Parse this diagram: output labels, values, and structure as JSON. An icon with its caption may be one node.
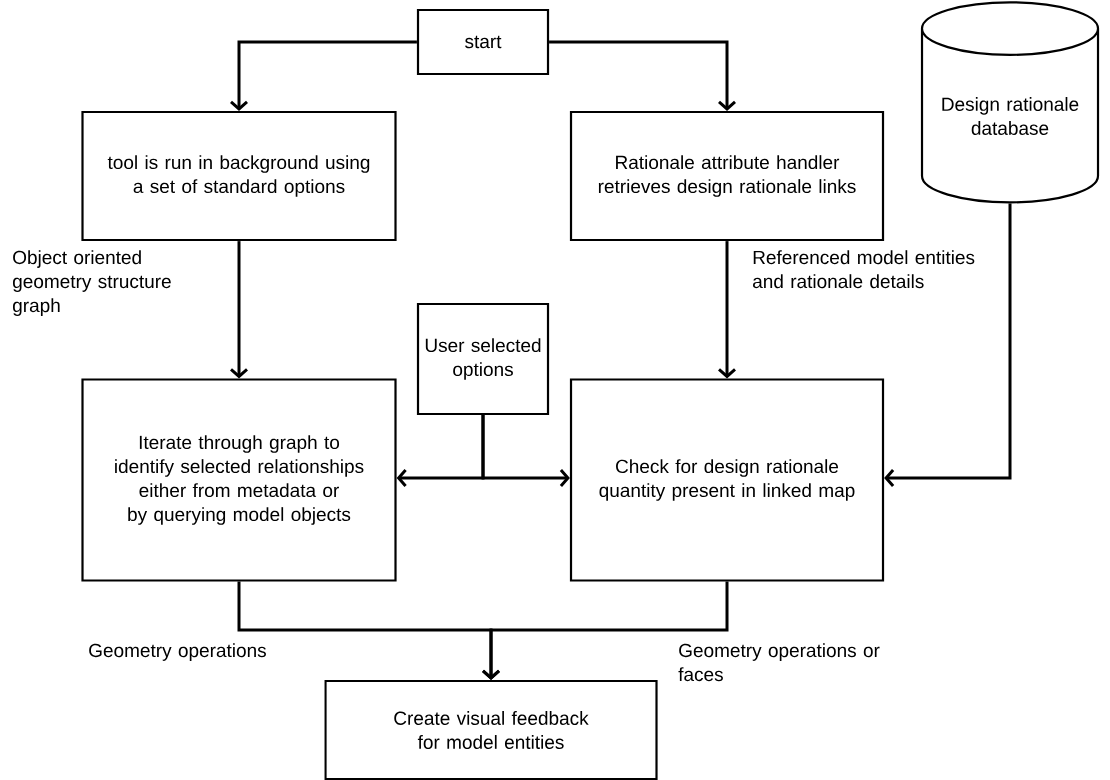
{
  "diagram": {
    "nodes": [
      {
        "text": [
          "start"
        ]
      },
      {
        "text": [
          "tool is run in background using a set of standard options"
        ]
      },
      {
        "text": [
          "Rationale attribute handler retrieves design rationale links"
        ]
      },
      {
        "text": [
          "Design rationale database"
        ]
      },
      {
        "text": [
          "User selected options"
        ]
      },
      {
        "text": [
          "Iterate through graph to identify selected relationships either from metadata or by querying model objects"
        ]
      },
      {
        "text": [
          "Check for design rationale quantity present in linked map"
        ]
      },
      {
        "text": [
          "Create visual feedback for model entities"
        ]
      }
    ],
    "edges": [
      {
        "from": 0,
        "to": 1,
        "arrow": "to"
      },
      {
        "from": 0,
        "to": 2,
        "arrow": "to"
      },
      {
        "from": 1,
        "to": 5,
        "arrow": "to",
        "label": "Object oriented geometry structure graph"
      },
      {
        "from": 2,
        "to": 6,
        "arrow": "to",
        "label": "Referenced model entities and rationale details"
      },
      {
        "from": 4,
        "to": 5,
        "arrow": "to"
      },
      {
        "from": 4,
        "to": 6,
        "arrow": "to"
      },
      {
        "from": 3,
        "to": 6,
        "arrow": "to"
      },
      {
        "from": 5,
        "to": 7,
        "arrow": "to",
        "label": "Geometry operations"
      },
      {
        "from": 6,
        "to": 7,
        "arrow": "to",
        "label": "Geometry operations or faces"
      }
    ]
  }
}
